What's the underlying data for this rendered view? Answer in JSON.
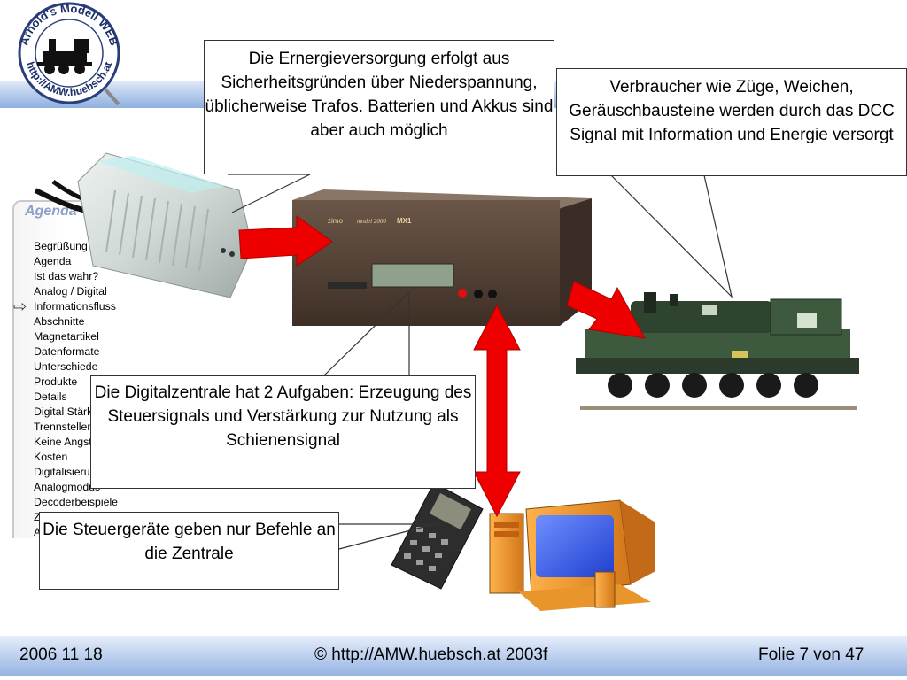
{
  "logo": {
    "ring_text_top": "Arnold's Modell WEB",
    "ring_text_bottom": "http://AMW.huebsch.at"
  },
  "agenda": {
    "title": "Agenda",
    "items": [
      "Begrüßung",
      "Agenda",
      "Ist das wahr?",
      "Analog / Digital",
      "Informationsfluss",
      "Abschnitte",
      "Magnetartikel",
      "Datenformate",
      "Unterschiede",
      "Produkte",
      "Details",
      "Digital Stärken",
      "Trennstellen",
      "Keine Angst",
      "Kosten",
      "Digitalisierung",
      "Analogmodus",
      "Decoderbeispiele",
      "Zusammenfassung",
      "Anhang (CV Liste)"
    ],
    "current_marker": "⇨"
  },
  "callouts": {
    "power": "Die Ernergieversorgung erfolgt aus Sicherheitsgründen über Niederspannung, üblicherweise Trafos. Batterien und Akkus sind aber auch möglich",
    "consumers": "Verbraucher wie Züge, Weichen, Geräuschbausteine werden durch das DCC Signal mit Information und Energie versorgt",
    "central": "Die Digitalzentrale hat 2 Aufgaben: Erzeugung des Steuersignals und Verstärkung zur Nutzung als Schienensignal",
    "controllers": "Die Steuergeräte geben nur Befehle an die Zentrale"
  },
  "device_label": {
    "brand": "zimo",
    "model": "model 2000",
    "type": "MX1"
  },
  "footer": {
    "date": "2006 11 18",
    "copyright": "© http://AMW.huebsch.at 2003f",
    "slide": "Folie 7 von  47"
  },
  "colors": {
    "arrow_red": "#ee0000",
    "band_blue": "#a8c2e8",
    "device_brown": "#5a4538",
    "loco_green": "#3e5a3e"
  }
}
